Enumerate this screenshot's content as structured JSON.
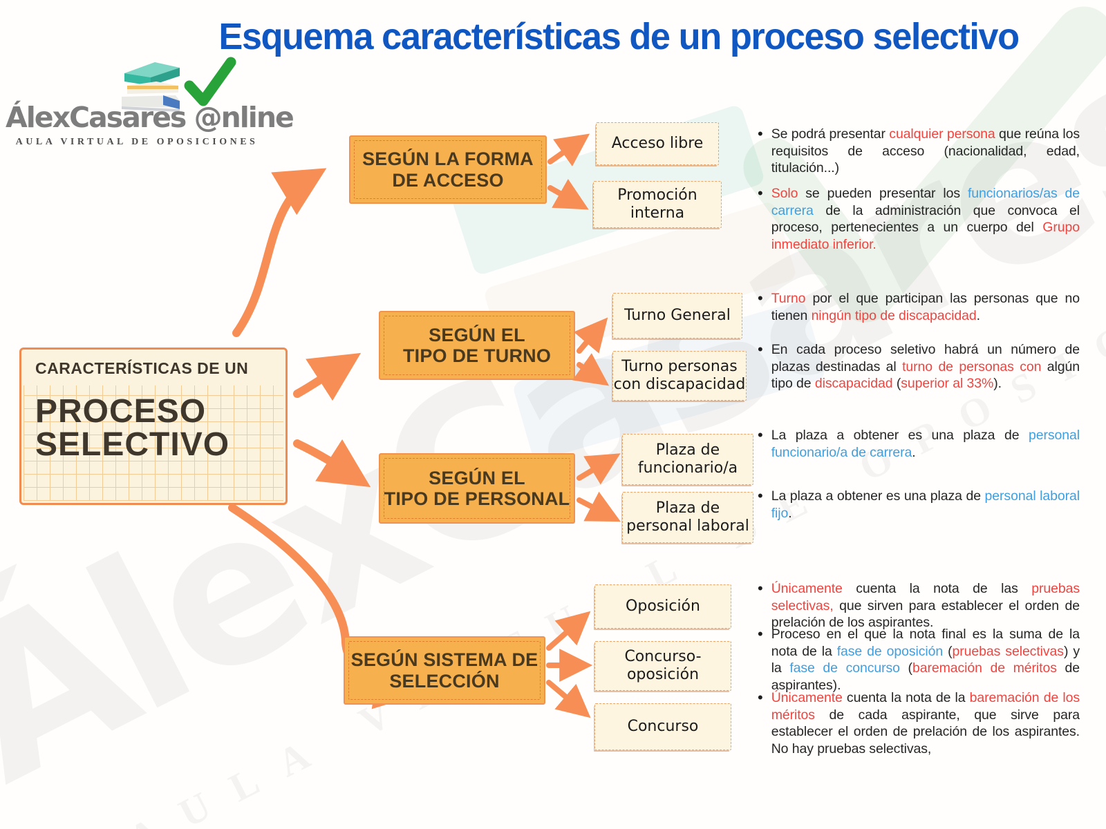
{
  "page": {
    "title": "Esquema características de un proceso selectivo"
  },
  "logo": {
    "name": "ÁlexCasares @nline",
    "tagline": "AULA VIRTUAL DE OPOSICIONES",
    "icons": [
      "books-stack-icon",
      "green-check-icon"
    ]
  },
  "root_node": {
    "kicker": "CARACTERÍSTICAS DE UN",
    "title": "PROCESO\nSELECTIVO"
  },
  "branches": [
    {
      "label": "SEGÚN LA FORMA\nDE ACCESO",
      "children": [
        {
          "label": "Acceso libre",
          "bullet": [
            {
              "t": "Se podrá presentar ",
              "c": "k"
            },
            {
              "t": "cualquier persona",
              "c": "r"
            },
            {
              "t": " que reúna los requisitos de acceso (nacionalidad, edad, titulación...)",
              "c": "k"
            }
          ]
        },
        {
          "label": "Promoción interna",
          "bullet": [
            {
              "t": "Solo",
              "c": "r"
            },
            {
              "t": " se pueden presentar los ",
              "c": "k"
            },
            {
              "t": "funcionarios/as de carrera",
              "c": "b"
            },
            {
              "t": " de la administración que convoca el proceso, pertenecientes a un cuerpo del ",
              "c": "k"
            },
            {
              "t": "Grupo inmediato inferior.",
              "c": "r"
            }
          ]
        }
      ]
    },
    {
      "label": "SEGÚN EL\nTIPO DE TURNO",
      "children": [
        {
          "label": "Turno General",
          "bullet": [
            {
              "t": "Turno",
              "c": "r"
            },
            {
              "t": " por el que participan las personas que no tienen ",
              "c": "k"
            },
            {
              "t": "ningún tipo de discapacidad",
              "c": "r"
            },
            {
              "t": ".",
              "c": "k"
            }
          ]
        },
        {
          "label": "Turno personas\ncon discapacidad",
          "bullet": [
            {
              "t": "En cada proceso seletivo habrá un número de plazas destinadas al ",
              "c": "k"
            },
            {
              "t": "turno de personas con",
              "c": "r"
            },
            {
              "t": " algún tipo de ",
              "c": "k"
            },
            {
              "t": "discapacidad",
              "c": "r"
            },
            {
              "t": " (",
              "c": "k"
            },
            {
              "t": "superior al 33%",
              "c": "r"
            },
            {
              "t": ").",
              "c": "k"
            }
          ]
        }
      ]
    },
    {
      "label": "SEGÚN EL\nTIPO DE PERSONAL",
      "children": [
        {
          "label": "Plaza de\nfuncionario/a",
          "bullet": [
            {
              "t": "La plaza a obtener es una plaza de ",
              "c": "k"
            },
            {
              "t": "personal funcionario/a de carrera",
              "c": "b"
            },
            {
              "t": ".",
              "c": "k"
            }
          ]
        },
        {
          "label": "Plaza de\npersonal laboral",
          "bullet": [
            {
              "t": "La plaza a obtener es una plaza de ",
              "c": "k"
            },
            {
              "t": "personal laboral fijo",
              "c": "b"
            },
            {
              "t": ".",
              "c": "k"
            }
          ]
        }
      ]
    },
    {
      "label": "SEGÚN SISTEMA DE\nSELECCIÓN",
      "children": [
        {
          "label": "Oposición",
          "bullet": [
            {
              "t": "Únicamente",
              "c": "r"
            },
            {
              "t": " cuenta la nota de las ",
              "c": "k"
            },
            {
              "t": "pruebas selectivas,",
              "c": "r"
            },
            {
              "t": " que sirven para establecer el orden de prelación de los aspirantes.",
              "c": "k"
            }
          ]
        },
        {
          "label": "Concurso-\noposición",
          "bullet": [
            {
              "t": "Proceso en el que la nota final es la suma de la nota de la ",
              "c": "k"
            },
            {
              "t": "fase de oposición",
              "c": "b"
            },
            {
              "t": " (",
              "c": "k"
            },
            {
              "t": "pruebas selectivas",
              "c": "r"
            },
            {
              "t": ") y la ",
              "c": "k"
            },
            {
              "t": "fase de concurso",
              "c": "b"
            },
            {
              "t": " (",
              "c": "k"
            },
            {
              "t": "baremación de méritos",
              "c": "r"
            },
            {
              "t": " de aspirantes).",
              "c": "k"
            }
          ]
        },
        {
          "label": "Concurso",
          "bullet": [
            {
              "t": "Únicamente",
              "c": "r"
            },
            {
              "t": " cuenta la nota de la ",
              "c": "k"
            },
            {
              "t": "baremación de los méritos",
              "c": "r"
            },
            {
              "t": " de cada aspirante, que sirve para establecer el orden de prelación de los aspirantes. No hay pruebas selectivas,",
              "c": "k"
            }
          ]
        }
      ]
    }
  ],
  "watermark": {
    "text": "ÁlexCasares @nline",
    "tagline": "AULA VIRTUAL DE OPOSICIONES"
  },
  "colors": {
    "title_blue": "#1157c2",
    "arrow_orange": "#f68e55",
    "branch_box_fill": "#f7b04e",
    "leaf_box_fill": "#fdf5e0",
    "branch_text_brown": "#49391f",
    "highlight_red": "#ee4540",
    "highlight_blue": "#3f9fe0",
    "logo_gray": "#7d7d7d",
    "check_green": "#27a339"
  }
}
